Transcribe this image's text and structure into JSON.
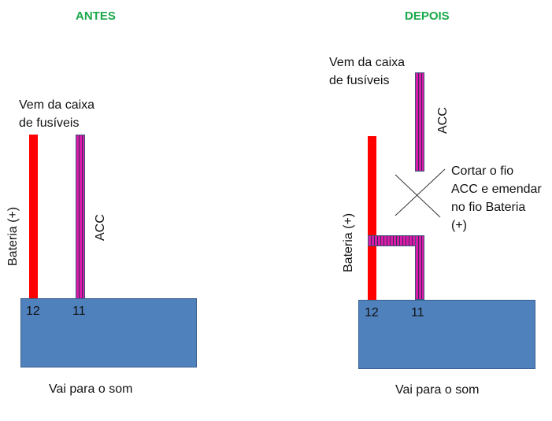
{
  "before": {
    "title": "ANTES",
    "source_label_line1": "Vem da caixa",
    "source_label_line2": "de fusíveis",
    "battery_label": "Bateria (+)",
    "acc_label": "ACC",
    "pin_battery": "12",
    "pin_acc": "11",
    "destination_label": "Vai para o som"
  },
  "after": {
    "title": "DEPOIS",
    "source_label_line1": "Vem da caixa",
    "source_label_line2": "de fusíveis",
    "battery_label": "Bateria (+)",
    "acc_label": "ACC",
    "instruction_lines": [
      "Cortar o fio",
      "ACC e emendar",
      "no fio Bateria",
      "(+)"
    ],
    "pin_battery": "12",
    "pin_acc": "11",
    "destination_label": "Vai para o som"
  },
  "colors": {
    "title": "#1aa84a",
    "battery_wire": "#ff0000",
    "acc_wire": "#d81ba8",
    "connector_box": "#4f81bd"
  }
}
